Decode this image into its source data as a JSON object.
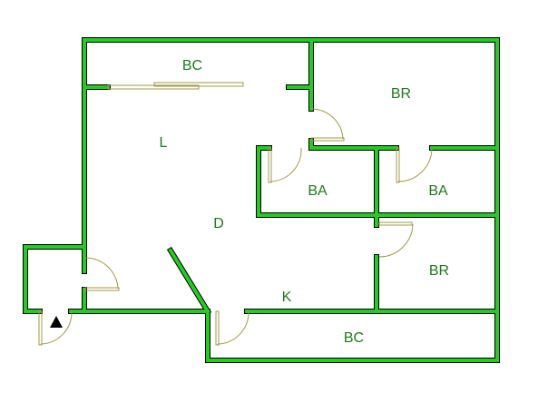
{
  "plan": {
    "wall_color": "#22cc22",
    "wall_outline": "#000000",
    "door_color": "#a09a4a",
    "rooms": [
      {
        "id": "bc_top",
        "label": "BC"
      },
      {
        "id": "br_top",
        "label": "BR"
      },
      {
        "id": "living",
        "label": "L"
      },
      {
        "id": "ba_left",
        "label": "BA"
      },
      {
        "id": "ba_right",
        "label": "BA"
      },
      {
        "id": "dining",
        "label": "D"
      },
      {
        "id": "br_bottom",
        "label": "BR"
      },
      {
        "id": "kitchen",
        "label": "K"
      },
      {
        "id": "bc_bottom",
        "label": "BC"
      }
    ],
    "entrance_marker": "up-triangle-icon"
  }
}
